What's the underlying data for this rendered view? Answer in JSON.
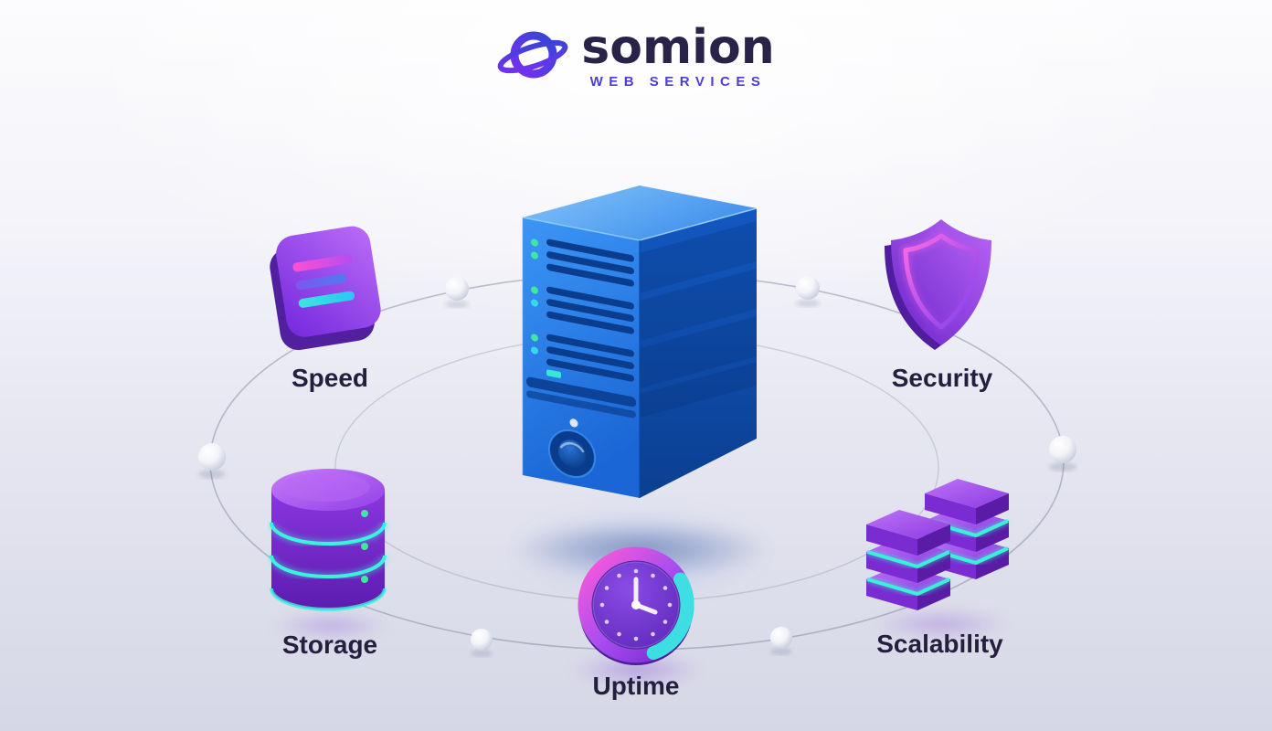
{
  "logo": {
    "brand": "somion",
    "subtitle": "WEB SERVICES"
  },
  "features": {
    "speed": {
      "label": "Speed"
    },
    "security": {
      "label": "Security"
    },
    "storage": {
      "label": "Storage"
    },
    "uptime": {
      "label": "Uptime"
    },
    "scalability": {
      "label": "Scalability"
    }
  },
  "icons": {
    "logo": "somion-orbit-logo-icon",
    "center": "server-tower-3d-icon",
    "speed": "speed-lines-icon",
    "security": "shield-icon",
    "storage": "database-cylinder-icon",
    "uptime": "clock-icon",
    "scalability": "stacked-cubes-icon"
  },
  "colors": {
    "background_top": "#fbfbfd",
    "background_bottom": "#d6d7e6",
    "brand_text": "#2a2349",
    "subtitle_text": "#4b3ed6",
    "label_text": "#241f3e",
    "server_blue": "#1f78e8",
    "icon_purple": "#8a3fe0",
    "neon_pink": "#ff5ad8",
    "neon_teal": "#38e8d8",
    "led_green": "#3fe8a0"
  }
}
